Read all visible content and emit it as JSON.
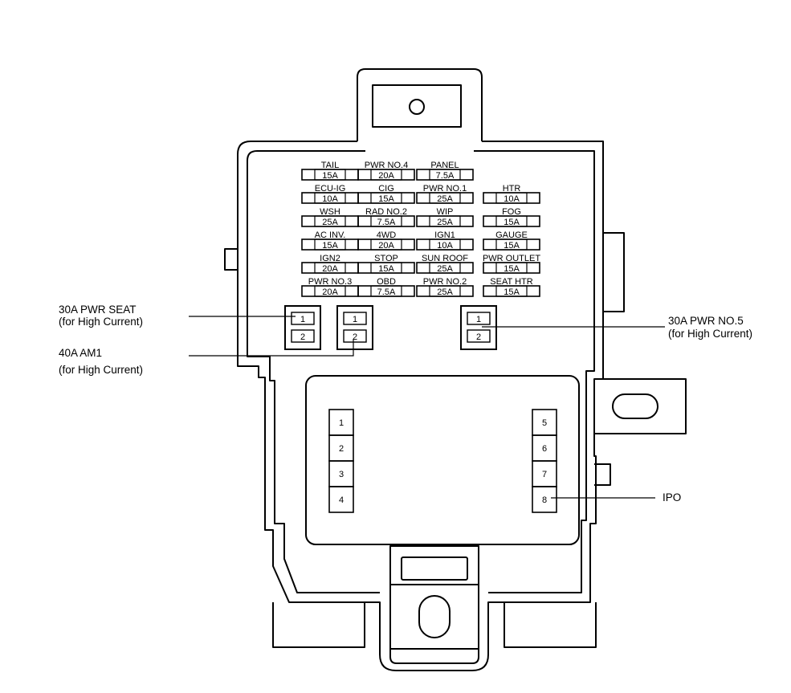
{
  "fuse_rows": [
    [
      {
        "name": "TAIL",
        "amp": "15A"
      },
      {
        "name": "PWR NO.4",
        "amp": "20A"
      },
      {
        "name": "PANEL",
        "amp": "7.5A"
      },
      null
    ],
    [
      {
        "name": "ECU-IG",
        "amp": "10A"
      },
      {
        "name": "CIG",
        "amp": "15A"
      },
      {
        "name": "PWR NO.1",
        "amp": "25A"
      },
      {
        "name": "HTR",
        "amp": "10A"
      }
    ],
    [
      {
        "name": "WSH",
        "amp": "25A"
      },
      {
        "name": "RAD NO.2",
        "amp": "7.5A"
      },
      {
        "name": "WIP",
        "amp": "25A"
      },
      {
        "name": "FOG",
        "amp": "15A"
      }
    ],
    [
      {
        "name": "AC INV.",
        "amp": "15A"
      },
      {
        "name": "4WD",
        "amp": "20A"
      },
      {
        "name": "IGN1",
        "amp": "10A"
      },
      {
        "name": "GAUGE",
        "amp": "15A"
      }
    ],
    [
      {
        "name": "IGN2",
        "amp": "20A"
      },
      {
        "name": "STOP",
        "amp": "15A"
      },
      {
        "name": "SUN ROOF",
        "amp": "25A"
      },
      {
        "name": "PWR OUTLET",
        "amp": "15A"
      }
    ],
    [
      {
        "name": "PWR NO.3",
        "amp": "20A"
      },
      {
        "name": "OBD",
        "amp": "7.5A"
      },
      {
        "name": "PWR NO.2",
        "amp": "25A"
      },
      {
        "name": "SEAT HTR",
        "amp": "15A"
      }
    ]
  ],
  "relays": [
    {
      "id": "pwr-seat",
      "terminals": [
        "1",
        "2"
      ]
    },
    {
      "id": "am1",
      "terminals": [
        "1",
        "2"
      ]
    },
    {
      "id": "pwr-no5",
      "terminals": [
        "1",
        "2"
      ]
    }
  ],
  "ipo_terminals_left": [
    "1",
    "2",
    "3",
    "4"
  ],
  "ipo_terminals_right": [
    "5",
    "6",
    "7",
    "8"
  ],
  "callouts": {
    "pwr_seat": {
      "line1": "30A PWR SEAT",
      "line2": "(for High Current)"
    },
    "am1": {
      "line1": "40A AM1",
      "line2": "(for High Current)"
    },
    "pwr_no5": {
      "line1": "30A PWR NO.5",
      "line2": "(for High Current)"
    },
    "ipo": {
      "line1": "IPO"
    }
  }
}
